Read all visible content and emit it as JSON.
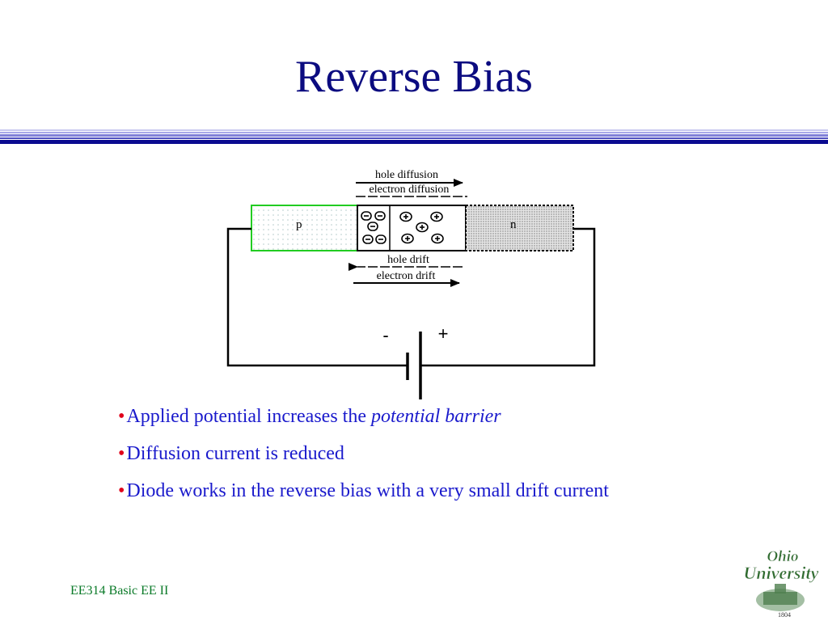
{
  "slide": {
    "title": "Reverse Bias",
    "footer": "EE314 Basic EE II"
  },
  "diagram": {
    "top_arrows": [
      "hole diffusion",
      "electron diffusion"
    ],
    "bottom_arrows": [
      "hole drift",
      "electron drift"
    ],
    "p_label": "p",
    "n_label": "n",
    "battery_minus": "-",
    "battery_plus": "+"
  },
  "bullets": [
    {
      "text": "Applied potential increases the ",
      "emphasis": "potential barrier"
    },
    {
      "text": "Diffusion current is reduced",
      "emphasis": ""
    },
    {
      "text": "Diode works in the reverse bias with a very small drift current",
      "emphasis": ""
    }
  ],
  "bullet_symbol": "•",
  "logo": {
    "line1": "Ohio",
    "line2": "University",
    "year": "1804"
  },
  "colors": {
    "title": "#0b0b80",
    "bullet_text": "#1a1acc",
    "bullet_dot": "#e0001a",
    "footer": "#0a7a28",
    "p_region_border": "#22cc22",
    "logo_green": "#2e6b2e"
  }
}
